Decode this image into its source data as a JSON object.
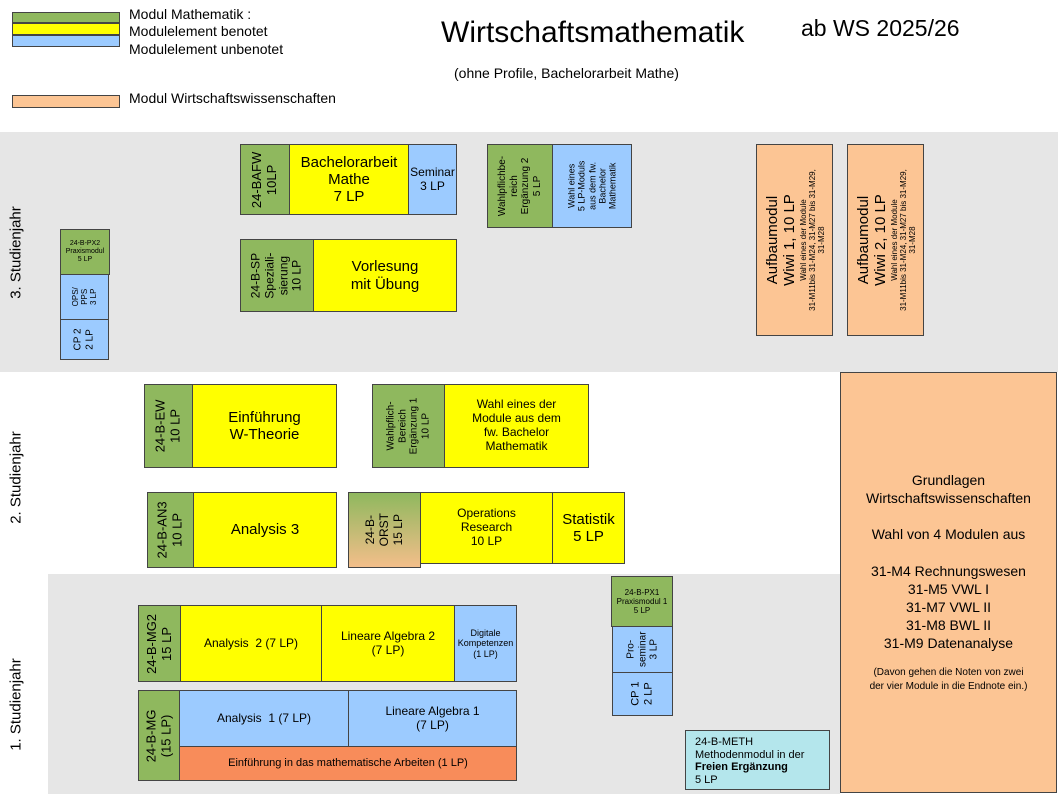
{
  "legend": {
    "math": "Modul Mathematik :",
    "graded": "Modulelement benotet",
    "ungraded": "Modulelement unbenotet",
    "wiwi": "Modul Wirtschaftswissenschaften"
  },
  "header": {
    "title": "Wirtschaftsmathematik",
    "semester": "ab WS 2025/26",
    "subtitle": "(ohne Profile, Bachelorarbeit Mathe)"
  },
  "years": {
    "y3": "3. Studienjahr",
    "y2": "2. Studienjahr",
    "y1": "1. Studienjahr"
  },
  "modules": {
    "bafw_code": "24-BAFW\n10LP",
    "bafw_thesis": "Bachelorarbeit\nMathe\n7 LP",
    "bafw_seminar": "Seminar\n3 LP",
    "we2_code": "Wahlpflichbe-\nreich\nErgänzung 2\n5 LP",
    "we2_text": "Wahl eines\n5 LP-Moduls\naus dem fw.\nBachelor\nMathematik",
    "sp_code": "24-B-SP\nSpeziali-\nsierung\n10 LP",
    "sp_text": "Vorlesung\nmit Übung",
    "px2_code": "24-B-PX2\nPraxismodul\n5 LP",
    "px2_ops": "OPS/\nPPS\n3 LP",
    "px2_cp": "CP 2\n2 LP",
    "wiwi1_title": "Aufbaumodul\nWiwi 1, 10 LP",
    "wiwi1_text": "Wahl eines der Module\n31-M11bis 31-M24, 31-M27 bis 31-M29,\n31-M28",
    "wiwi2_title": "Aufbaumodul\nWiwi 2, 10 LP",
    "wiwi2_text": "Wahl eines der Module\n31-M11bis 31-M24, 31-M27 bis 31-M29,\n31-M28",
    "ew_code": "24-B-EW\n10 LP",
    "ew_text": "Einführung\nW-Theorie",
    "we1_code": "Wahlpflich-\nBereich\nErgänzung 1\n10 LP",
    "we1_text": "Wahl eines der\nModule aus dem\nfw. Bachelor\nMathematik",
    "an3_code": "24-B-AN3\n10 LP",
    "an3_text": "Analysis 3",
    "orst_code": "24-B-\nORST\n15 LP",
    "orst_or": "Operations\nResearch\n10 LP",
    "orst_stat": "Statistik\n5 LP",
    "gw_text": "Grundlagen\nWirtschaftswissenschaften\n\nWahl von 4 Modulen aus\n\n31-M4 Rechnungswesen\n31-M5 VWL I\n31-M7 VWL II\n31-M8 BWL II\n31-M9 Datenanalyse",
    "gw_note": "(Davon gehen die Noten von zwei\nder vier Module in die Endnote ein.)",
    "px1_code": "24-B-PX1\nPraxismodul 1\n5 LP",
    "px1_pro": "Pro-\nseminar\n3 LP",
    "px1_cp": "CP 1\n2 LP",
    "mg2_code": "24-B-MG2\n15 LP",
    "mg2_an2": "Analysis  2 (7 LP)",
    "mg2_la2": "Lineare Algebra 2\n(7 LP)",
    "mg2_dk": "Digitale\nKompetenzen\n(1 LP)",
    "mg_code": "24-B-MG\n(15 LP)",
    "mg_an1": "Analysis  1 (7 LP)",
    "mg_la1": "Lineare Algebra 1\n(7 LP)",
    "mg_einf": "Einführung in das mathematische Arbeiten (1 LP)",
    "meth_code": "24-B-METH",
    "meth_line": "Methodenmodul in der",
    "meth_bold": "Freien Ergänzung",
    "meth_lp": "5 LP"
  },
  "colors": {
    "math_green": "#8fb85e",
    "graded_yellow": "#ffff00",
    "ungraded_blue": "#9ccbff",
    "wiwi_orange": "#fcc594",
    "intro_salmon": "#f88c5a",
    "band_gray": "#e6e6e6"
  }
}
